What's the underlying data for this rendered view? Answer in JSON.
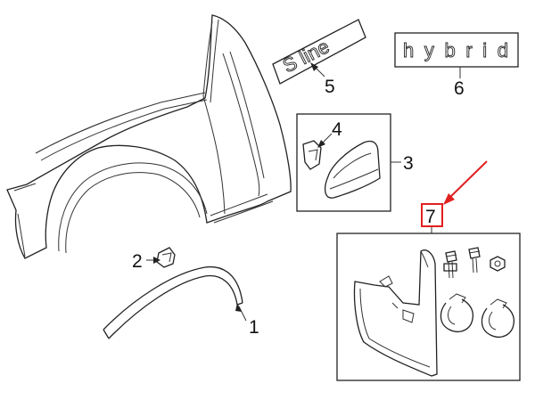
{
  "diagram": {
    "callouts": {
      "c1": "1",
      "c2": "2",
      "c3": "3",
      "c4": "4",
      "c5": "5",
      "c6": "6",
      "c7": "7"
    },
    "badges": {
      "s_line": "S line",
      "hybrid": "hybrid"
    },
    "colors": {
      "line": "#222222",
      "highlight": "#e02020"
    }
  }
}
